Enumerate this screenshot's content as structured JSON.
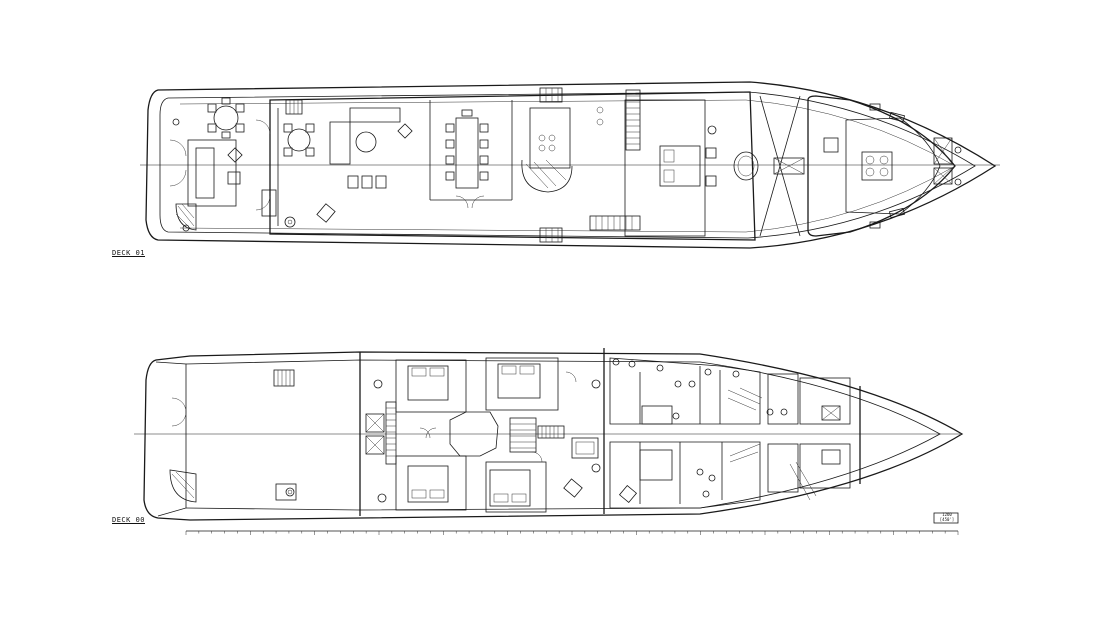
{
  "decks": [
    {
      "id": "deck01",
      "label": "DECK 01"
    },
    {
      "id": "deck00",
      "label": "DECK 00"
    }
  ],
  "scale_bar": {
    "label_top": "1260",
    "label_bottom": "[450']"
  }
}
